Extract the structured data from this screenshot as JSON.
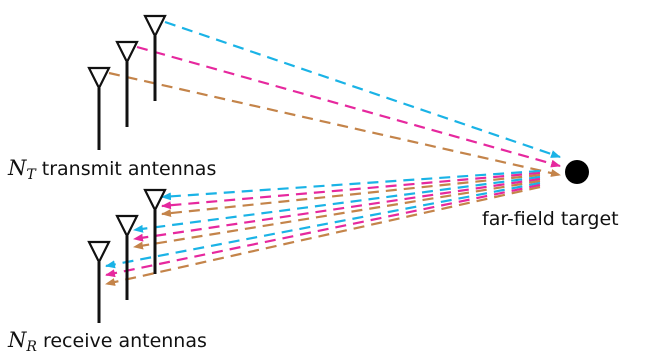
{
  "labels": {
    "transmit": {
      "symbol": "N",
      "subscript": "T",
      "text": "transmit antennas"
    },
    "receive": {
      "symbol": "N",
      "subscript": "R",
      "text": "receive antennas"
    },
    "target": "far-field target"
  },
  "colors": {
    "path_cyan": "#1ab3e6",
    "path_magenta": "#e6289e",
    "path_brown": "#c4844a",
    "antenna": "#111111",
    "target": "#000000"
  },
  "icons": {
    "antenna": "antenna-icon",
    "target": "target-dot-icon"
  }
}
